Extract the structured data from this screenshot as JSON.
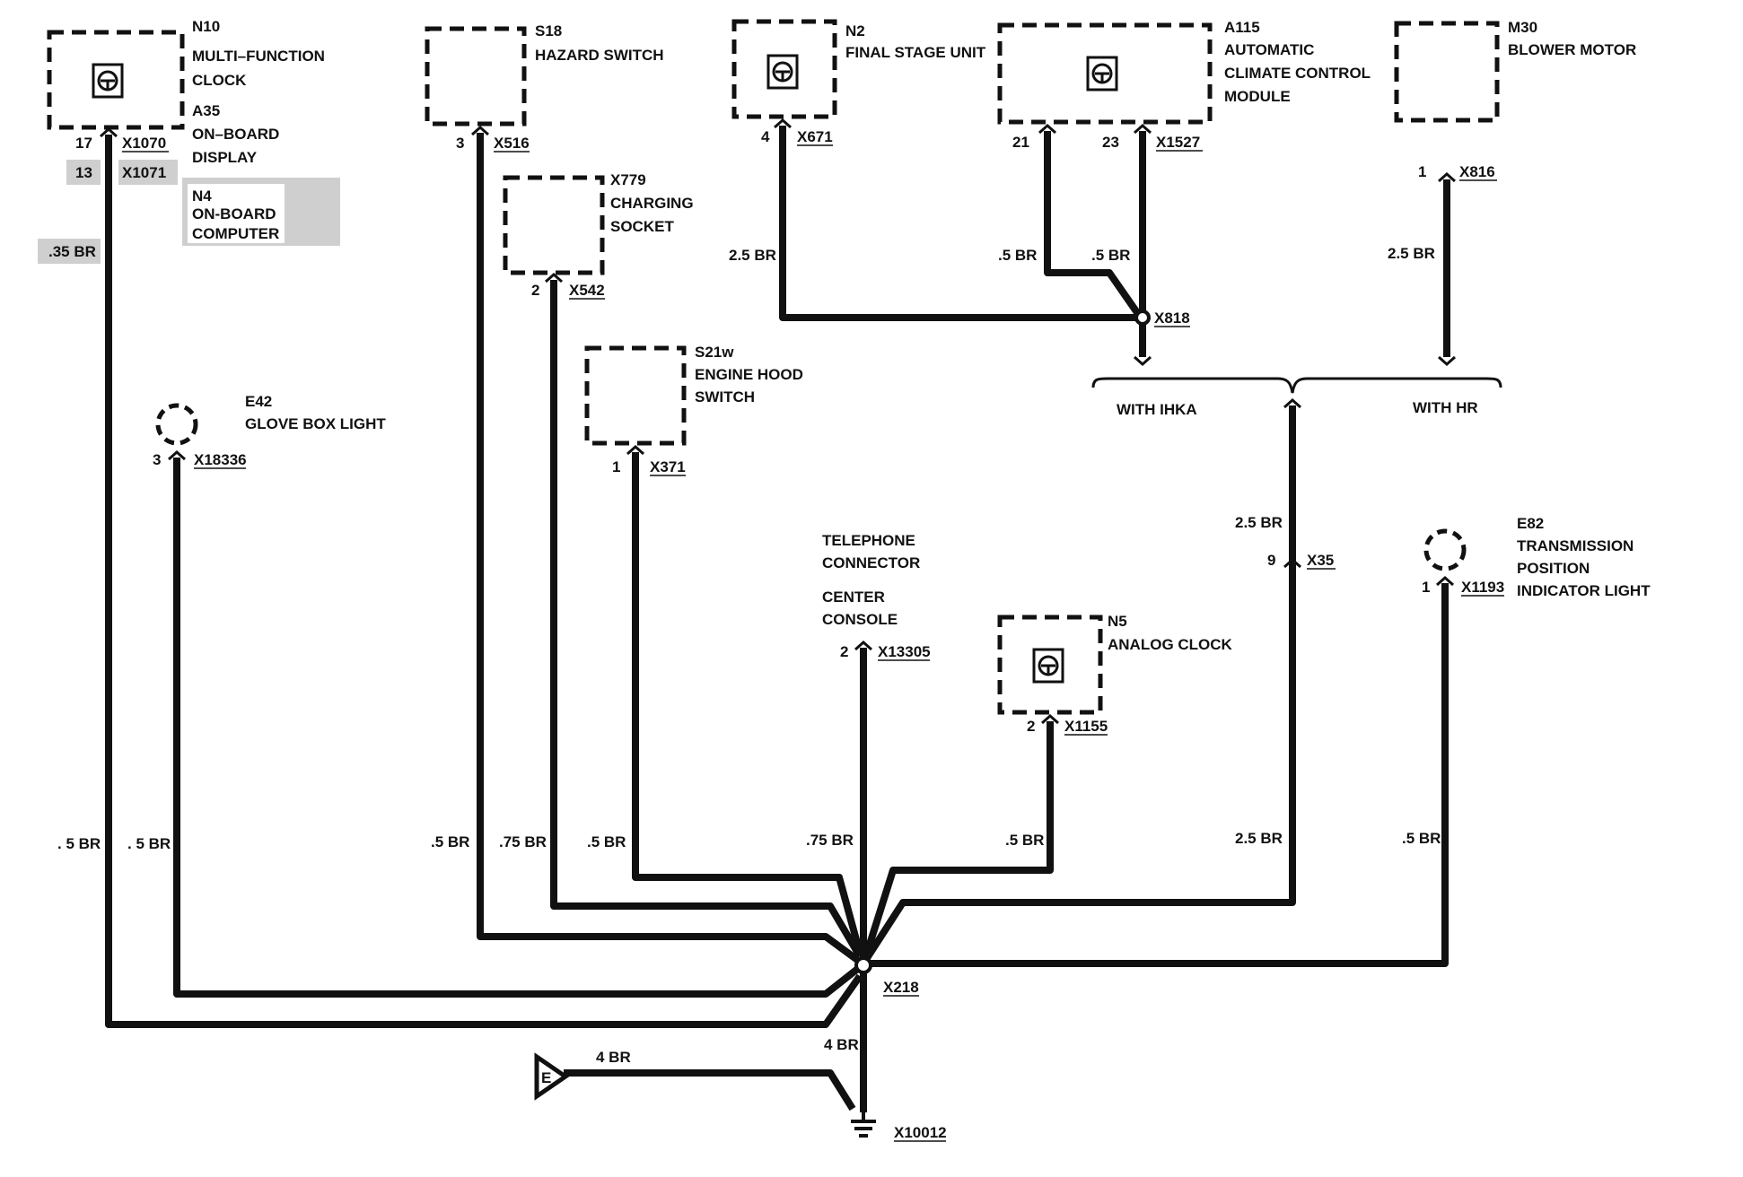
{
  "components": {
    "n10": {
      "id": "N10",
      "lines": [
        "MULTI–FUNCTION",
        "CLOCK"
      ]
    },
    "a35": {
      "id": "A35",
      "lines": [
        "ON–BOARD",
        "DISPLAY"
      ]
    },
    "n4": {
      "id": "N4",
      "lines": [
        "ON-BOARD",
        "COMPUTER"
      ]
    },
    "s18": {
      "id": "S18",
      "lines": [
        "HAZARD SWITCH"
      ]
    },
    "x779": {
      "id": "X779",
      "lines": [
        "CHARGING",
        "SOCKET"
      ]
    },
    "s21w": {
      "id": "S21w",
      "lines": [
        "ENGINE HOOD",
        "SWITCH"
      ]
    },
    "e42": {
      "id": "E42",
      "lines": [
        "GLOVE BOX LIGHT"
      ]
    },
    "n2": {
      "id": "N2",
      "lines": [
        "FINAL STAGE UNIT"
      ]
    },
    "a115": {
      "id": "A115",
      "lines": [
        "AUTOMATIC",
        "CLIMATE CONTROL",
        "MODULE"
      ]
    },
    "m30": {
      "id": "M30",
      "lines": [
        "BLOWER MOTOR"
      ]
    },
    "telephone": {
      "lines": [
        "TELEPHONE",
        "CONNECTOR",
        "",
        "CENTER",
        "CONSOLE"
      ]
    },
    "n5": {
      "id": "N5",
      "lines": [
        "ANALOG CLOCK"
      ]
    },
    "e82": {
      "id": "E82",
      "lines": [
        "TRANSMISSION",
        "POSITION",
        " INDICATOR LIGHT"
      ]
    }
  },
  "connectors": {
    "x1070": {
      "pin": "17",
      "id": "X1070"
    },
    "x1071": {
      "pin": "13",
      "id": "X1071"
    },
    "x516": {
      "pin": "3",
      "id": "X516"
    },
    "x542": {
      "pin": "2",
      "id": "X542"
    },
    "x371": {
      "pin": "1",
      "id": "X371"
    },
    "x18336": {
      "pin": "3",
      "id": "X18336"
    },
    "x671": {
      "pin": "4",
      "id": "X671"
    },
    "x1527": {
      "pin_a": "21",
      "pin_b": "23",
      "id": "X1527"
    },
    "x816": {
      "pin": "1",
      "id": "X816"
    },
    "x818": {
      "id": "X818"
    },
    "x35": {
      "pin": "9",
      "id": "X35"
    },
    "x13305": {
      "pin": "2",
      "id": "X13305"
    },
    "x1155": {
      "pin": "2",
      "id": "X1155"
    },
    "x1193": {
      "pin": "1",
      "id": "X1193"
    },
    "x218": {
      "id": "X218"
    },
    "x10012": {
      "id": "X10012"
    }
  },
  "wires": {
    "w_035br": ".35 BR",
    "w_n10_bottom": ". 5 BR",
    "w_e42_bottom": ". 5 BR",
    "w_s18": ".5 BR",
    "w_x779": ".75 BR",
    "w_s21w": ".5 BR",
    "w_n2": "2.5 BR",
    "w_a115_21": ".5 BR",
    "w_a115_23": ".5 BR",
    "w_m30": "2.5 BR",
    "w_x35_top": "2.5 BR",
    "w_x35_bottom": "2.5 BR",
    "w_tel": ".75 BR",
    "w_n5": ".5 BR",
    "w_e82": ".5 BR",
    "w_ground_e": "4 BR",
    "w_ground_main": "4 BR"
  },
  "options": {
    "with_ihka": "WITH IHKA",
    "with_hr": "WITH HR"
  },
  "ground_letter": "E"
}
